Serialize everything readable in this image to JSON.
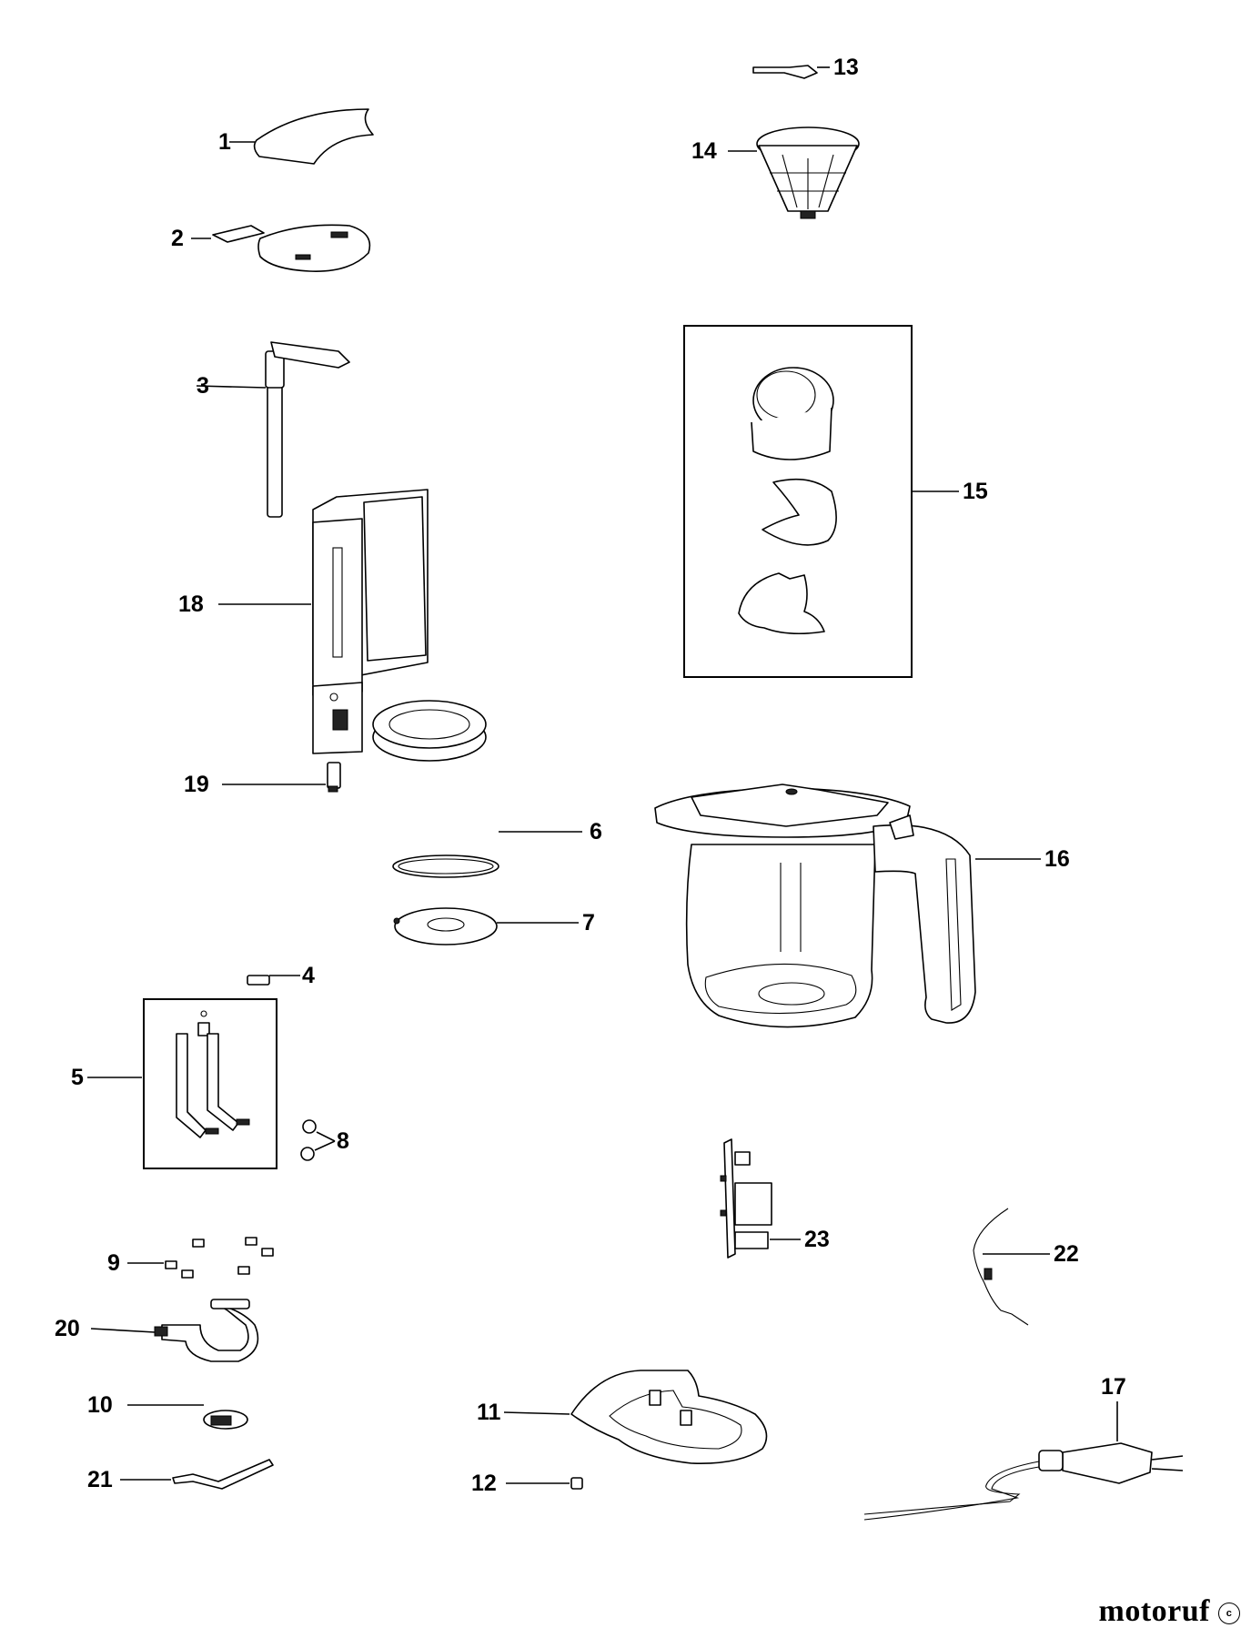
{
  "callouts": {
    "c1": "1",
    "c2": "2",
    "c3": "3",
    "c4": "4",
    "c5": "5",
    "c6": "6",
    "c7": "7",
    "c8": "8",
    "c9": "9",
    "c10": "10",
    "c11": "11",
    "c12": "12",
    "c13": "13",
    "c14": "14",
    "c15": "15",
    "c16": "16",
    "c17": "17",
    "c18": "18",
    "c19": "19",
    "c20": "20",
    "c21": "21",
    "c22": "22",
    "c23": "23"
  },
  "watermark": {
    "text": "motoruf",
    "mark": "c"
  }
}
